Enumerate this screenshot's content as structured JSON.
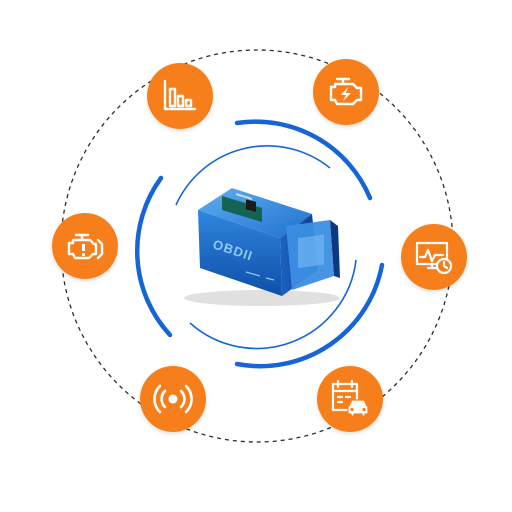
{
  "colors": {
    "accent_orange": "#f77f1b",
    "ring_blue": "#1565d8",
    "dashed_ring": "#2b2b2b",
    "device_blue": "#2e86de",
    "device_dark": "#0d3f8f",
    "icon_stroke": "#ffffff"
  },
  "device": {
    "label": "OBDII",
    "icon": "obd2-adapter"
  },
  "features": [
    {
      "id": "stats",
      "icon": "bar-chart-icon"
    },
    {
      "id": "engine",
      "icon": "engine-lightning-icon"
    },
    {
      "id": "check",
      "icon": "check-engine-icon"
    },
    {
      "id": "monitor",
      "icon": "monitor-clock-icon"
    },
    {
      "id": "signal",
      "icon": "wireless-signal-icon"
    },
    {
      "id": "service",
      "icon": "calendar-car-icon"
    }
  ]
}
